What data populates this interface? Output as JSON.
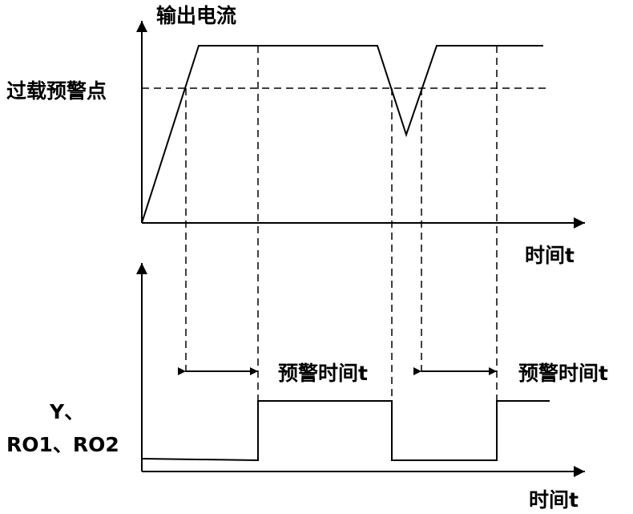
{
  "labels": {
    "current_axis": "输出电流",
    "overload_point": "过载预警点",
    "time_axis_top": "时间t",
    "warning_time_1": "预警时间t",
    "warning_time_2": "预警时间t",
    "output_line1": "Y、",
    "output_line2": "RO1、RO2",
    "time_axis_bottom": "时间t"
  },
  "colors": {
    "line": "#000000",
    "background": "#ffffff"
  }
}
